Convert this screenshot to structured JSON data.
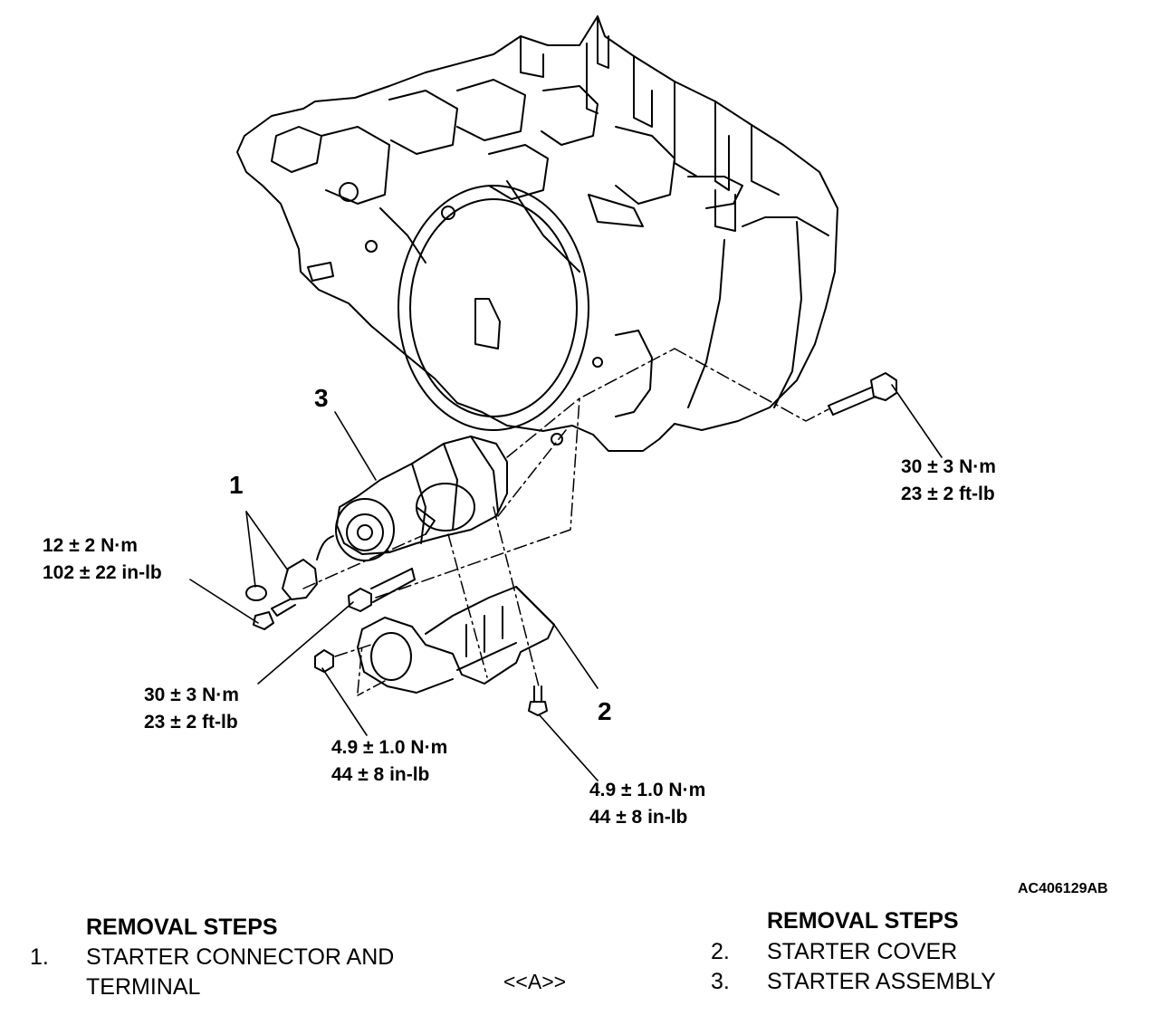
{
  "figure_id": "AC406129AB",
  "callouts": [
    {
      "id": "1",
      "label": "1"
    },
    {
      "id": "2",
      "label": "2"
    },
    {
      "id": "3",
      "label": "3"
    }
  ],
  "torques": {
    "bolt_right": {
      "nm": "30 ± 3 N·m",
      "imperial": "23 ± 2 ft-lb"
    },
    "terminal_nut": {
      "nm": "12 ± 2 N·m",
      "imperial": "102 ± 22 in-lb"
    },
    "starter_bolt": {
      "nm": "30 ± 3 N·m",
      "imperial": "23 ± 2 ft-lb"
    },
    "cover_nut": {
      "nm": "4.9 ± 1.0 N·m",
      "imperial": "44 ± 8 in-lb"
    },
    "cover_bolt": {
      "nm": "4.9 ± 1.0 N·m",
      "imperial": "44 ± 8 in-lb"
    }
  },
  "removal_left": {
    "heading": "REMOVAL STEPS",
    "steps": [
      {
        "num": "1.",
        "line1": "STARTER CONNECTOR AND",
        "line2": "TERMINAL"
      }
    ]
  },
  "service_mark": "<<A>>",
  "removal_right": {
    "heading": "REMOVAL STEPS",
    "steps": [
      {
        "num": "2.",
        "text": "STARTER COVER"
      },
      {
        "num": "3.",
        "text": "STARTER ASSEMBLY"
      }
    ]
  }
}
